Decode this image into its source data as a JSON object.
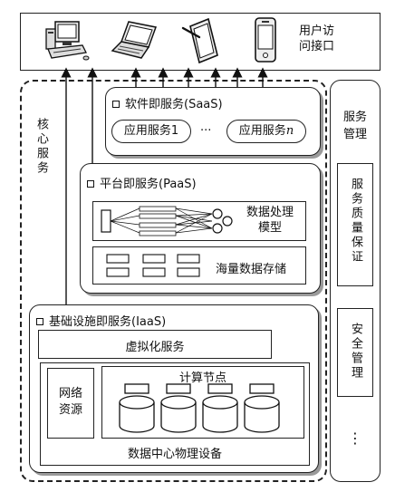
{
  "user_access": {
    "label_line1": "用户访",
    "label_line2": "问接口"
  },
  "devices": [
    "desktop-computer",
    "laptop",
    "tablet",
    "smartphone"
  ],
  "core_services": {
    "label": "核心服务"
  },
  "saas": {
    "title": "软件即服务(SaaS)",
    "app1": "应用服务1",
    "ellipsis": "···",
    "app_n": "应用服务",
    "app_n_suffix": "n"
  },
  "paas": {
    "title": "平台即服务(PaaS)",
    "processing_line1": "数据处理",
    "processing_line2": "模型",
    "storage": "海量数据存储"
  },
  "iaas": {
    "title": "基础设施即服务(IaaS)",
    "virtualization": "虚拟化服务",
    "compute_nodes": "计算节点",
    "network_line1": "网络",
    "network_line2": "资源",
    "datacenter": "数据中心物理设备"
  },
  "service_management": {
    "label": "服务管理",
    "qos": "服务质量保证",
    "security": "安全管理",
    "more": "⋮"
  }
}
